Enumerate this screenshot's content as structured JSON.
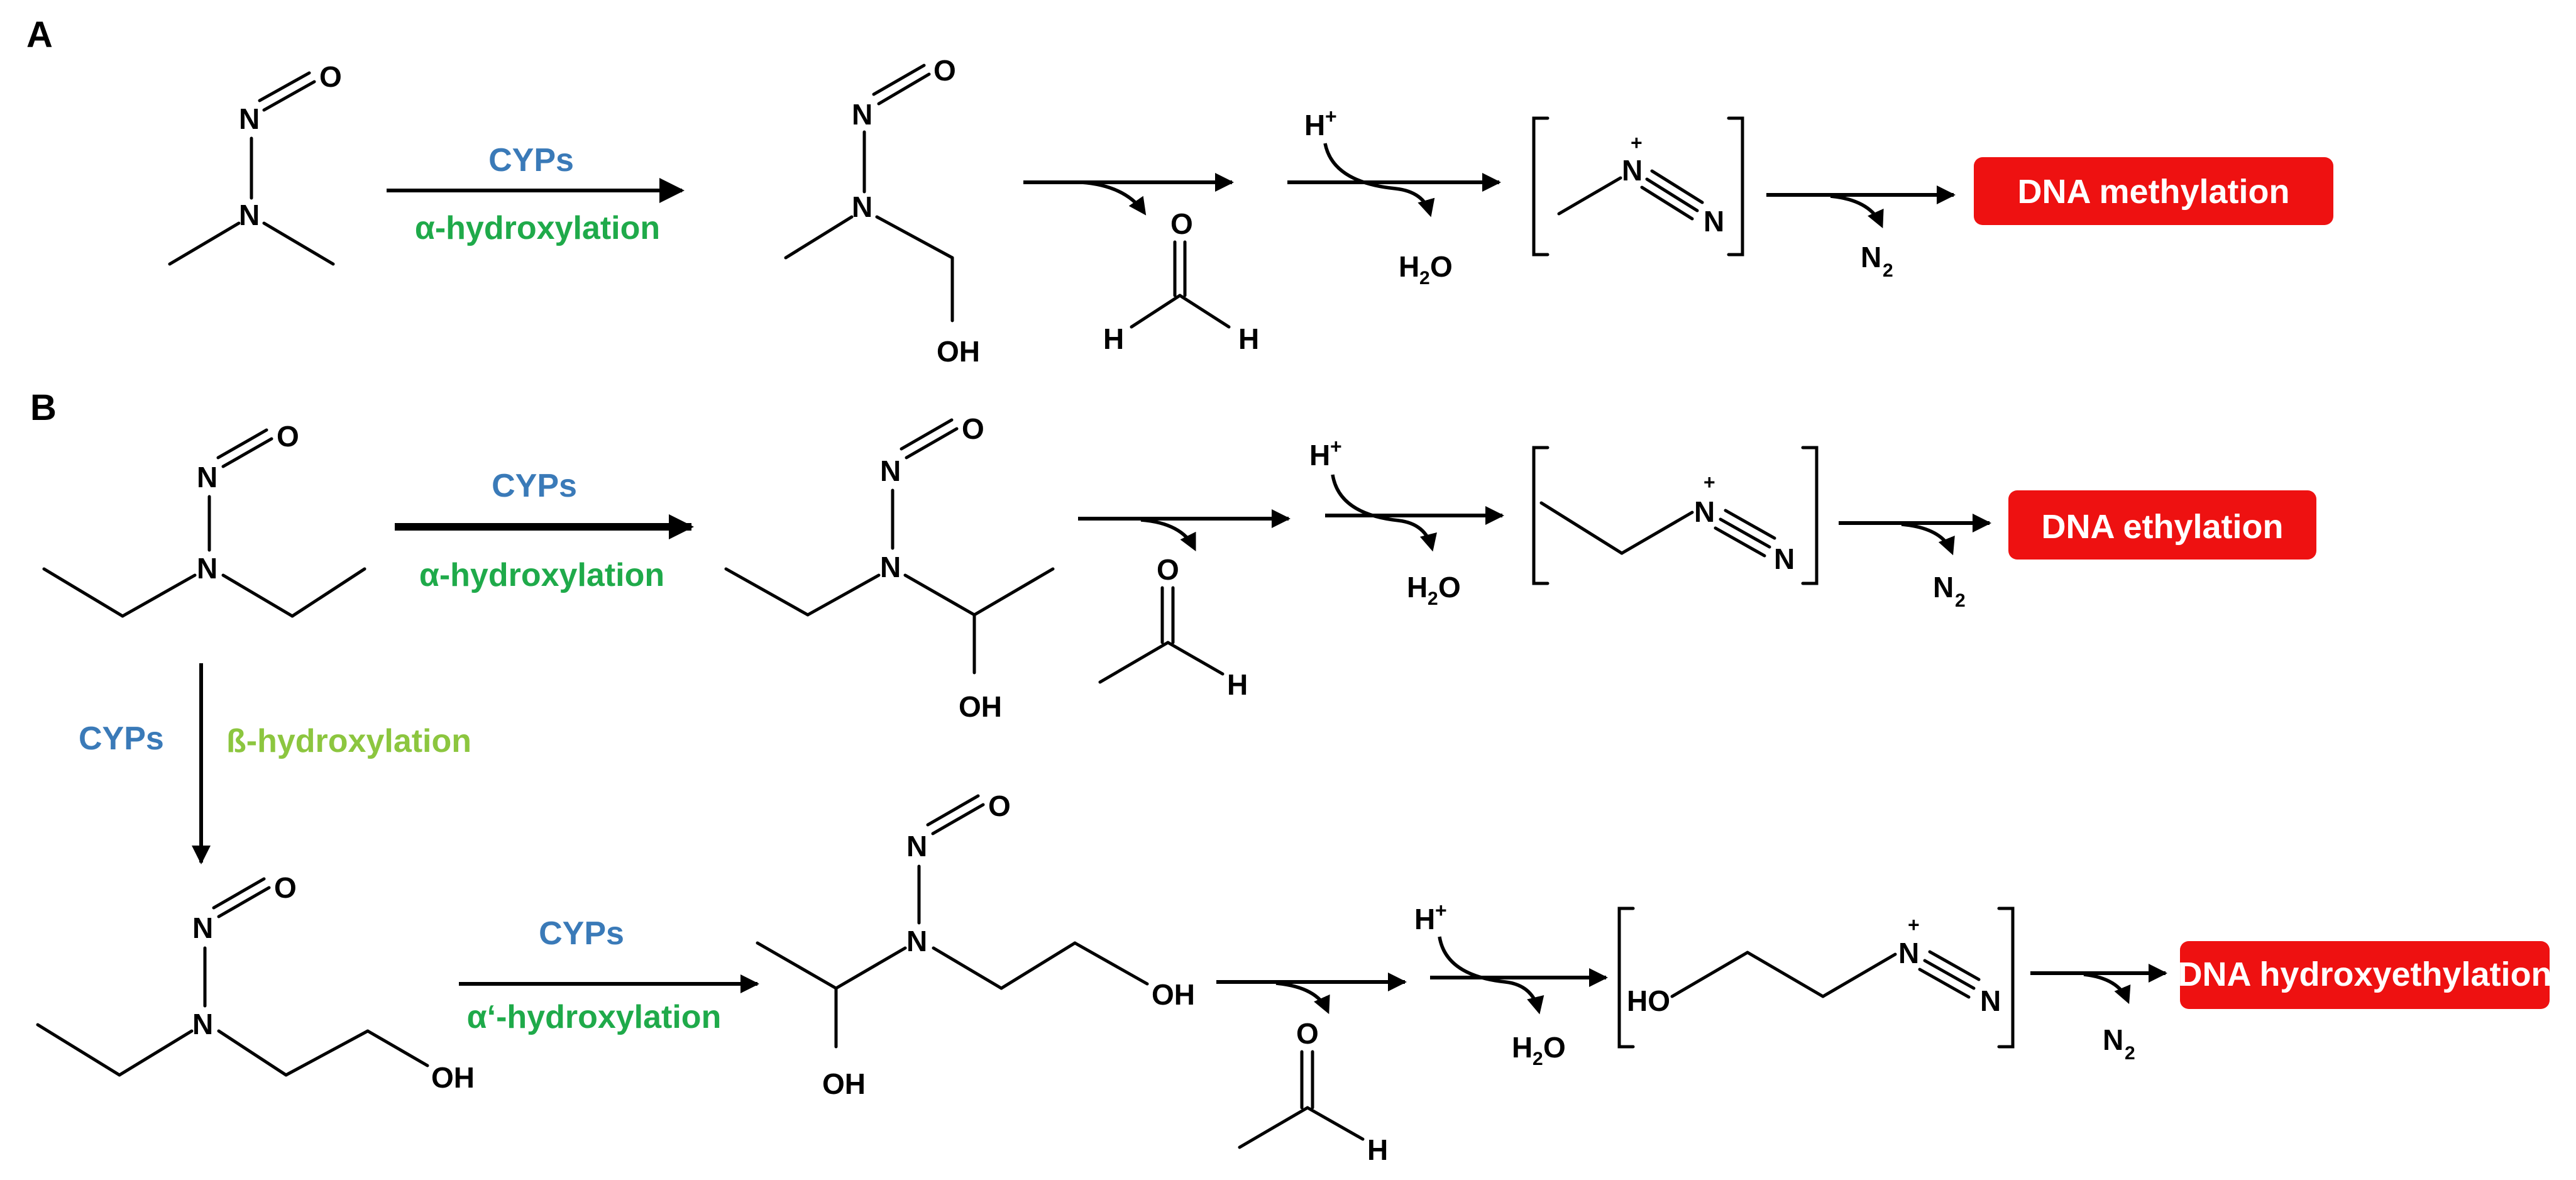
{
  "colors": {
    "enzyme": "#3a7ab8",
    "alpha": "#1faa4a",
    "beta": "#8cc63f",
    "outcome_bg": "#ee1111",
    "outcome_text": "#ffffff"
  },
  "panel_a": {
    "label": "A",
    "enzyme": "CYPs",
    "reaction": "α-hydroxylation",
    "proton": "H",
    "proton_charge": "+",
    "water": "H",
    "water_sub": "2",
    "water_o": "O",
    "nitrogen": "N",
    "nitrogen_sub": "2",
    "outcome": "DNA methylation"
  },
  "panel_b": {
    "label": "B",
    "enzyme_alpha": "CYPs",
    "reaction_alpha": "α-hydroxylation",
    "enzyme_beta": "CYPs",
    "reaction_beta": "ß-hydroxylation",
    "enzyme_alpha_prime": "CYPs",
    "reaction_alpha_prime": "α‘-hydroxylation",
    "proton": "H",
    "proton_charge": "+",
    "water": "H",
    "water_sub": "2",
    "water_o": "O",
    "nitrogen": "N",
    "nitrogen_sub": "2",
    "outcome_ethyl": "DNA ethylation",
    "outcome_hydroxyethyl": "DNA hydroxyethylation"
  },
  "atoms": {
    "N": "N",
    "O": "O",
    "OH": "OH",
    "HO": "HO",
    "H": "H",
    "plus": "+"
  }
}
